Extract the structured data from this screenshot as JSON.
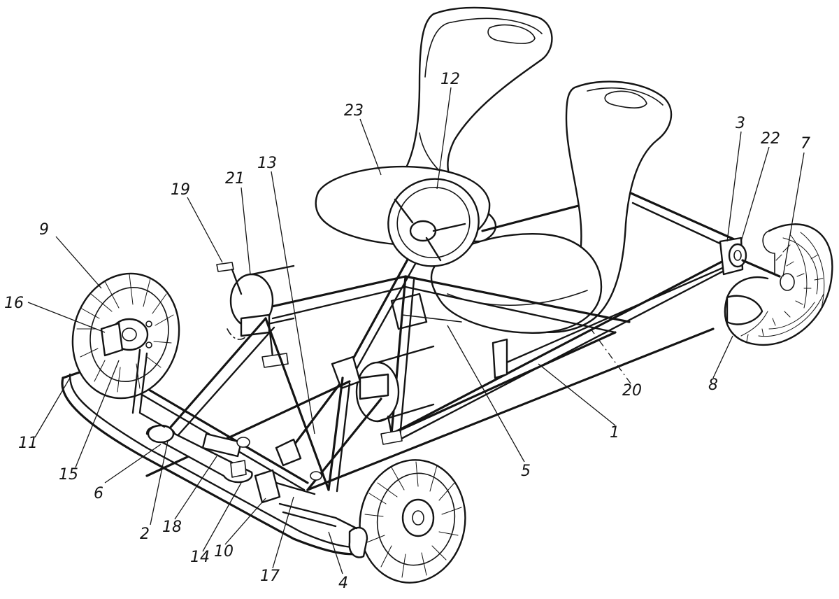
{
  "labels": {
    "l1": "1",
    "l2": "2",
    "l3": "3",
    "l4": "4",
    "l5": "5",
    "l6": "6",
    "l7": "7",
    "l8": "8",
    "l9": "9",
    "l10": "10",
    "l11": "11",
    "l12": "12",
    "l13": "13",
    "l14": "14",
    "l15": "15",
    "l16": "16",
    "l17": "17",
    "l18": "18",
    "l19": "19",
    "l20": "20",
    "l21": "21",
    "l22": "22",
    "l23": "23"
  },
  "colors": {
    "ink": "#141414",
    "paper": "#ffffff"
  }
}
